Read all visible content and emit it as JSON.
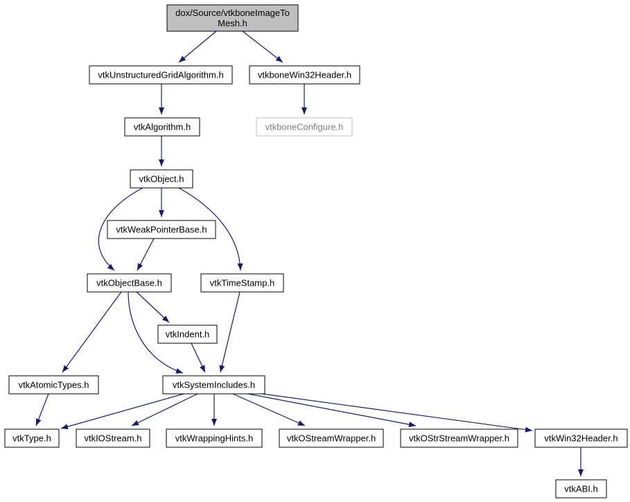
{
  "colors": {
    "edge": "#191970",
    "node_border": "#000000",
    "node_fill": "#ffffff",
    "root_fill": "#bfbfbf",
    "missing_border": "#bfbfbf",
    "missing_text": "#7f7f7f"
  },
  "nodes": {
    "root": {
      "lines": [
        "dox/Source/vtkboneImageTo",
        "Mesh.h"
      ],
      "style": "root"
    },
    "ugalg": {
      "lines": [
        "vtkUnstructuredGridAlgorithm.h"
      ],
      "style": "normal"
    },
    "w32hdr": {
      "lines": [
        "vtkboneWin32Header.h"
      ],
      "style": "normal"
    },
    "config": {
      "lines": [
        "vtkboneConfigure.h"
      ],
      "style": "missing"
    },
    "alg": {
      "lines": [
        "vtkAlgorithm.h"
      ],
      "style": "normal"
    },
    "obj": {
      "lines": [
        "vtkObject.h"
      ],
      "style": "normal"
    },
    "weak": {
      "lines": [
        "vtkWeakPointerBase.h"
      ],
      "style": "normal"
    },
    "objbase": {
      "lines": [
        "vtkObjectBase.h"
      ],
      "style": "normal"
    },
    "timestamp": {
      "lines": [
        "vtkTimeStamp.h"
      ],
      "style": "normal"
    },
    "indent": {
      "lines": [
        "vtkIndent.h"
      ],
      "style": "normal"
    },
    "atomic": {
      "lines": [
        "vtkAtomicTypes.h"
      ],
      "style": "normal"
    },
    "sysinc": {
      "lines": [
        "vtkSystemIncludes.h"
      ],
      "style": "normal"
    },
    "type": {
      "lines": [
        "vtkType.h"
      ],
      "style": "normal"
    },
    "iostream": {
      "lines": [
        "vtkIOStream.h"
      ],
      "style": "normal"
    },
    "wraphints": {
      "lines": [
        "vtkWrappingHints.h"
      ],
      "style": "normal"
    },
    "ostream": {
      "lines": [
        "vtkOStreamWrapper.h"
      ],
      "style": "normal"
    },
    "ostrstream": {
      "lines": [
        "vtkOStrStreamWrapper.h"
      ],
      "style": "normal"
    },
    "win32": {
      "lines": [
        "vtkWin32Header.h"
      ],
      "style": "normal"
    },
    "abi": {
      "lines": [
        "vtkABI.h"
      ],
      "style": "normal"
    }
  },
  "edges": [
    [
      "root",
      "ugalg"
    ],
    [
      "root",
      "w32hdr"
    ],
    [
      "ugalg",
      "alg"
    ],
    [
      "w32hdr",
      "config"
    ],
    [
      "alg",
      "obj"
    ],
    [
      "obj",
      "weak"
    ],
    [
      "obj",
      "objbase"
    ],
    [
      "obj",
      "timestamp"
    ],
    [
      "weak",
      "objbase"
    ],
    [
      "objbase",
      "indent"
    ],
    [
      "objbase",
      "atomic"
    ],
    [
      "objbase",
      "sysinc"
    ],
    [
      "indent",
      "sysinc"
    ],
    [
      "timestamp",
      "sysinc"
    ],
    [
      "atomic",
      "type"
    ],
    [
      "sysinc",
      "type"
    ],
    [
      "sysinc",
      "iostream"
    ],
    [
      "sysinc",
      "wraphints"
    ],
    [
      "sysinc",
      "ostream"
    ],
    [
      "sysinc",
      "ostrstream"
    ],
    [
      "sysinc",
      "win32"
    ],
    [
      "win32",
      "abi"
    ]
  ]
}
